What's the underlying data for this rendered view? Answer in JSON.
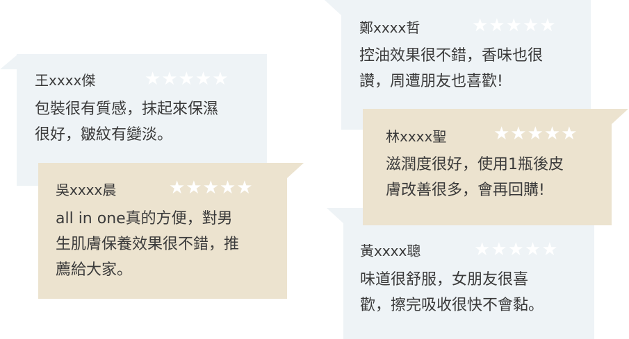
{
  "reviews": [
    {
      "name": "王xxxx傑",
      "text": "包裝很有質感，抹起來保濕\n很好，皺紋有變淡。",
      "rating": 5,
      "star_color": "#ffffff",
      "bg": "#eef3f6"
    },
    {
      "name": "吳xxxx晨",
      "text": "all in one真的方便，對男\n生肌膚保養效果很不錯，推\n薦給大家。",
      "rating": 5,
      "star_color": "#ffffff",
      "bg": "#ece3cf"
    },
    {
      "name": "鄭xxxx哲",
      "text": "控油效果很不錯，香味也很\n讚，周遭朋友也喜歡!",
      "rating": 5,
      "star_color": "#ffffff",
      "bg": "#eef3f6"
    },
    {
      "name": "林xxxx聖",
      "text": "滋潤度很好，使用1瓶後皮\n膚改善很多，會再回購!",
      "rating": 5,
      "star_color": "#ffffff",
      "bg": "#ece3cf"
    },
    {
      "name": "黃xxxx聰",
      "text": "味道很舒服，女朋友很喜\n歡，擦完吸收很快不會黏。",
      "rating": 5,
      "star_color": "#ffffff",
      "bg": "#eef3f6"
    }
  ],
  "star_glyph": "★★★★★"
}
